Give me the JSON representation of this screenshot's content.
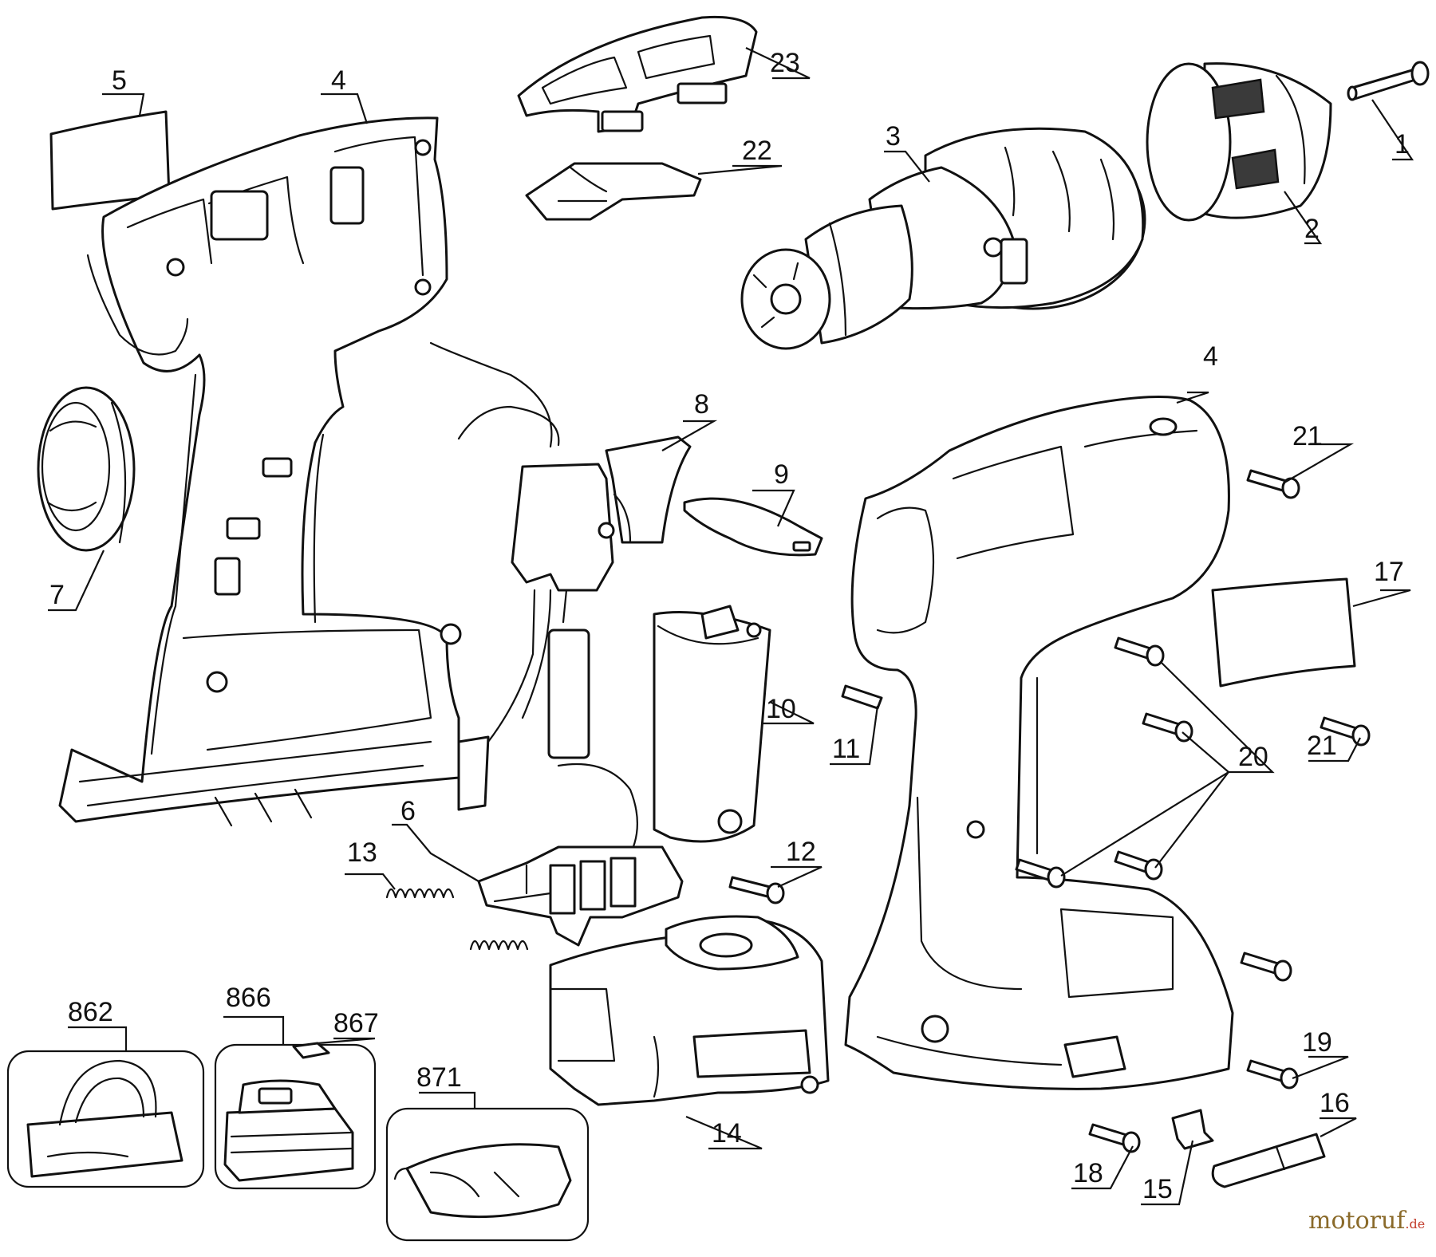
{
  "callouts": {
    "c1": "1",
    "c2": "2",
    "c3": "3",
    "c4a": "4",
    "c4b": "4",
    "c5": "5",
    "c6": "6",
    "c7": "7",
    "c8": "8",
    "c9": "9",
    "c10": "10",
    "c11": "11",
    "c12": "12",
    "c13": "13",
    "c14": "14",
    "c15": "15",
    "c16": "16",
    "c17": "17",
    "c18": "18",
    "c19": "19",
    "c20": "20",
    "c21a": "21",
    "c21b": "21",
    "c22": "22",
    "c23": "23",
    "c862": "862",
    "c866": "866",
    "c867": "867",
    "c871": "871"
  },
  "watermark": {
    "brand": "motoruf",
    "suffix": ".de"
  },
  "colors": {
    "ink": "#111111",
    "watermark_brand": "#8a6a2a",
    "watermark_accent": "#c23b2a"
  }
}
